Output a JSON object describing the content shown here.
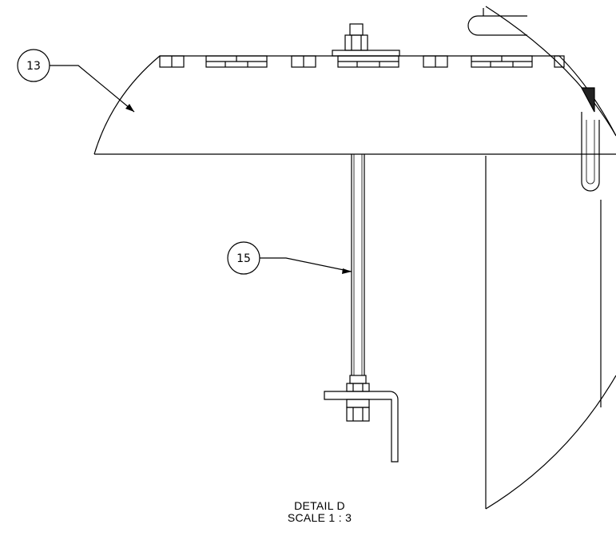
{
  "balloons": [
    {
      "id": "13"
    },
    {
      "id": "15"
    }
  ],
  "caption": {
    "detail": "DETAIL D",
    "scale": "SCALE 1 : 3"
  },
  "colors": {
    "line": "#000000",
    "background": "#ffffff"
  }
}
